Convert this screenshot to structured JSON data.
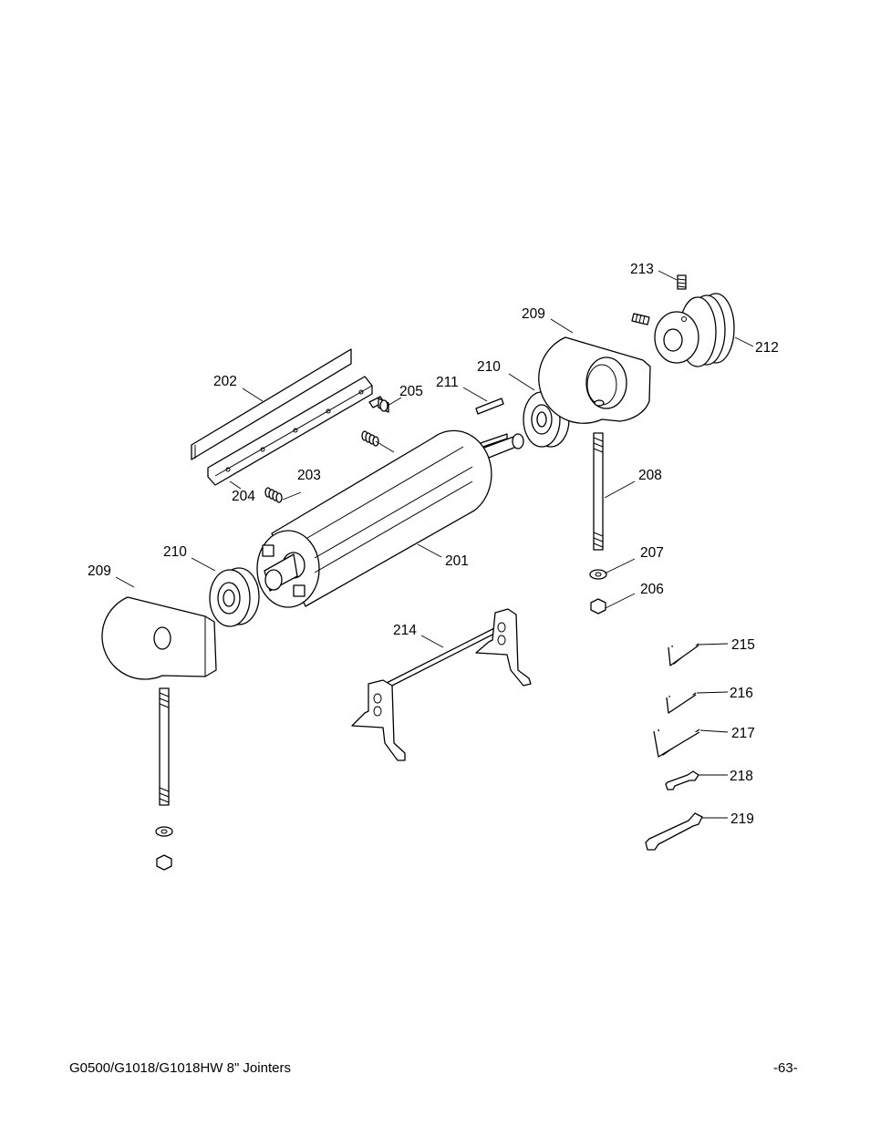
{
  "callouts": {
    "c201": "201",
    "c202": "202",
    "c203": "203",
    "c204": "204",
    "c205": "205",
    "c206": "206",
    "c207": "207",
    "c208": "208",
    "c209a": "209",
    "c209b": "209",
    "c210a": "210",
    "c210b": "210",
    "c211": "211",
    "c212": "212",
    "c213": "213",
    "c214": "214",
    "c215": "215",
    "c216": "216",
    "c217": "217",
    "c218": "218",
    "c219": "219"
  },
  "footer": {
    "title": "G0500/G1018/G1018HW 8\" Jointers",
    "page": "-63-"
  }
}
